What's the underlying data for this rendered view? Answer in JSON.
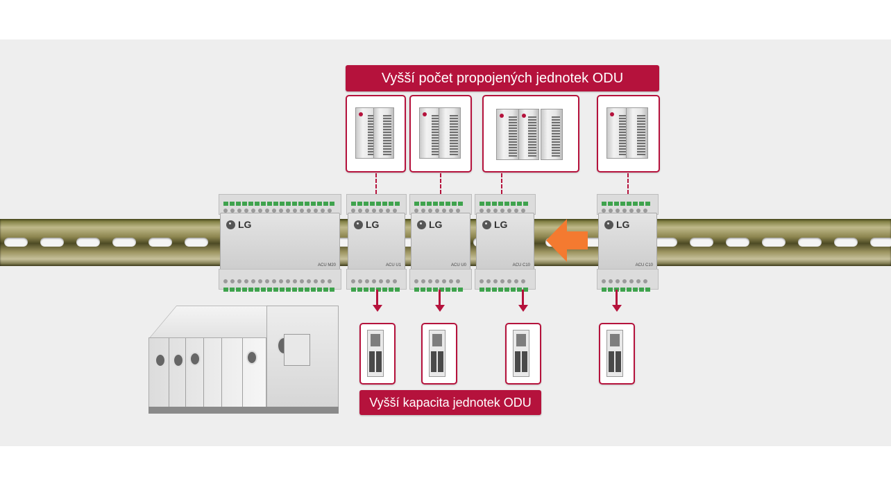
{
  "top_label": "Vyšší počet propojených jednotek ODU",
  "bottom_label": "Vyšší kapacita jednotek ODU",
  "colors": {
    "accent": "#b5123c",
    "arrow": "#f47a30",
    "background": "#eeeeee"
  },
  "modules": [
    {
      "brand": "LG",
      "model": "ACU M20"
    },
    {
      "brand": "LG",
      "model": "ACU U1"
    },
    {
      "brand": "LG",
      "model": "ACU U0"
    },
    {
      "brand": "LG",
      "model": "ACU C10"
    },
    {
      "brand": "LG",
      "model": "ACU C10"
    }
  ],
  "odu_groups": [
    {
      "units": 1
    },
    {
      "units": 1
    },
    {
      "units": 2
    },
    {
      "units": 1
    }
  ],
  "icons": [
    "outdoor-unit-icon",
    "valve-kit-icon",
    "insert-arrow-icon",
    "air-handling-unit-icon"
  ]
}
